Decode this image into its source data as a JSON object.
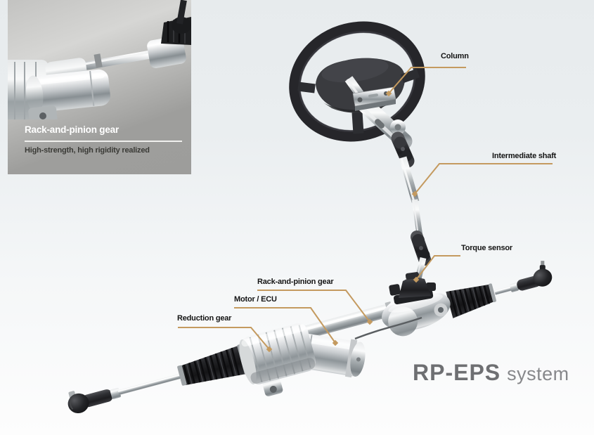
{
  "inset": {
    "title": "Rack-and-pinion gear",
    "subtitle": "High-strength, high rigidity realized"
  },
  "diagram": {
    "accent_color": "#c49a5f",
    "labels": {
      "column": "Column",
      "intermediate_shaft": "Intermediate shaft",
      "torque_sensor": "Torque sensor",
      "rack_and_pinion_gear": "Rack-and-pinion gear",
      "motor_ecu": "Motor / ECU",
      "reduction_gear": "Reduction gear"
    }
  },
  "brand": {
    "name": "RP-EPS",
    "suffix": "system"
  }
}
